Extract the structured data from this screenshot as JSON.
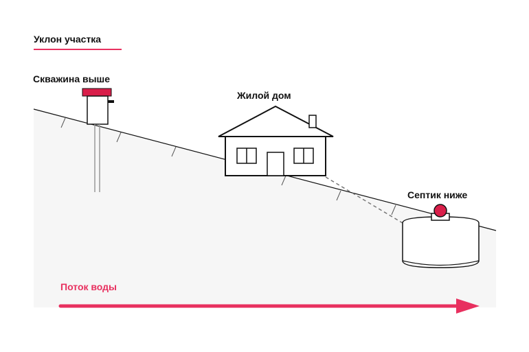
{
  "title": "Уклон участка",
  "labels": {
    "well": "Скважина выше",
    "house": "Жилой дом",
    "septic": "Септик ниже",
    "flow": "Поток воды"
  },
  "colors": {
    "accent": "#e8305f",
    "well_cap": "#d91f4a",
    "ground": "#f6f6f6",
    "line": "#111111",
    "pipe_dash": "#777777"
  },
  "icons": {
    "well": "well-icon",
    "house": "house-icon",
    "septic": "septic-tank-icon",
    "flow_arrow": "arrow-right-icon"
  }
}
